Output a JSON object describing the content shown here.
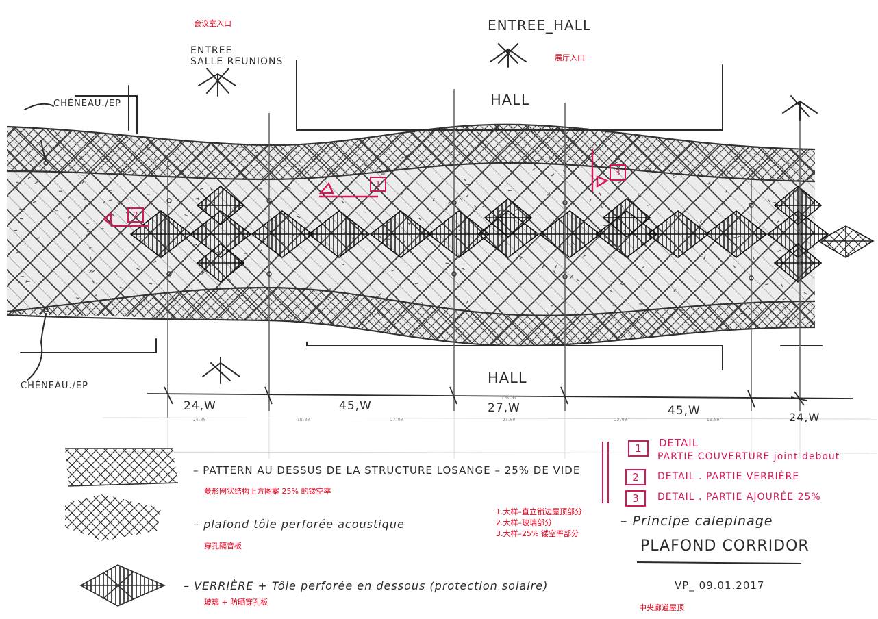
{
  "labels": {
    "entrance_meeting_cn": "会议室入口",
    "entree_salle": "ENTREE\nSALLE REUNIONS",
    "entree_hall": "ENTREE_HALL",
    "entrance_hall_cn": "展厅入口",
    "hall_top": "HALL",
    "hall_bottom": "HALL",
    "cheneau_top": "CHÉNEAU./EP",
    "cheneau_bottom": "CHÉNEAU./EP"
  },
  "dimensions": {
    "hand": [
      "24,W",
      "45,W",
      "27,W",
      "45,W",
      "24,W"
    ],
    "ruler": [
      "24.00",
      "18.00",
      "27.00",
      "27.00",
      "22.00",
      "18.00"
    ],
    "ruler_small": "126.00"
  },
  "legend": {
    "item1": "– PATTERN AU DESSUS DE LA STRUCTURE LOSANGE – 25% DE VIDE",
    "item1_cn": "菱形网状结构上方图案 25% 的镂空率",
    "item2": "– plafond tôle perforée acoustique",
    "item2_cn": "穿孔隔音板",
    "item3": "– VERRIÈRE + Tôle perforée en dessous (protection solaire)",
    "item3_cn": "玻璃 + 防晒穿孔板"
  },
  "details": {
    "d1_num": "1",
    "d1_title": "DETAIL",
    "d1_text": "PARTIE COUVERTURE joint debout",
    "d2_num": "2",
    "d2_text": "DETAIL . PARTIE VERRIÈRE",
    "d3_num": "3",
    "d3_text": "DETAIL . PARTIE AJOURÉE 25%",
    "cn_list": [
      "1.大样–直立锁边屋顶部分",
      "2.大样–玻璃部分",
      "3.大样–25% 镂空率部分"
    ]
  },
  "title": {
    "line1": "– Principe calepinage",
    "line2": "PLAFOND CORRIDOR",
    "date": "VP_ 09.01.2017",
    "cn": "中央廊道屋顶"
  },
  "markers": {
    "m1": "1",
    "m2": "2",
    "m3": "3"
  },
  "colors": {
    "ink": "#2b2b2b",
    "pink": "#d6185a",
    "red": "#e8001c"
  }
}
